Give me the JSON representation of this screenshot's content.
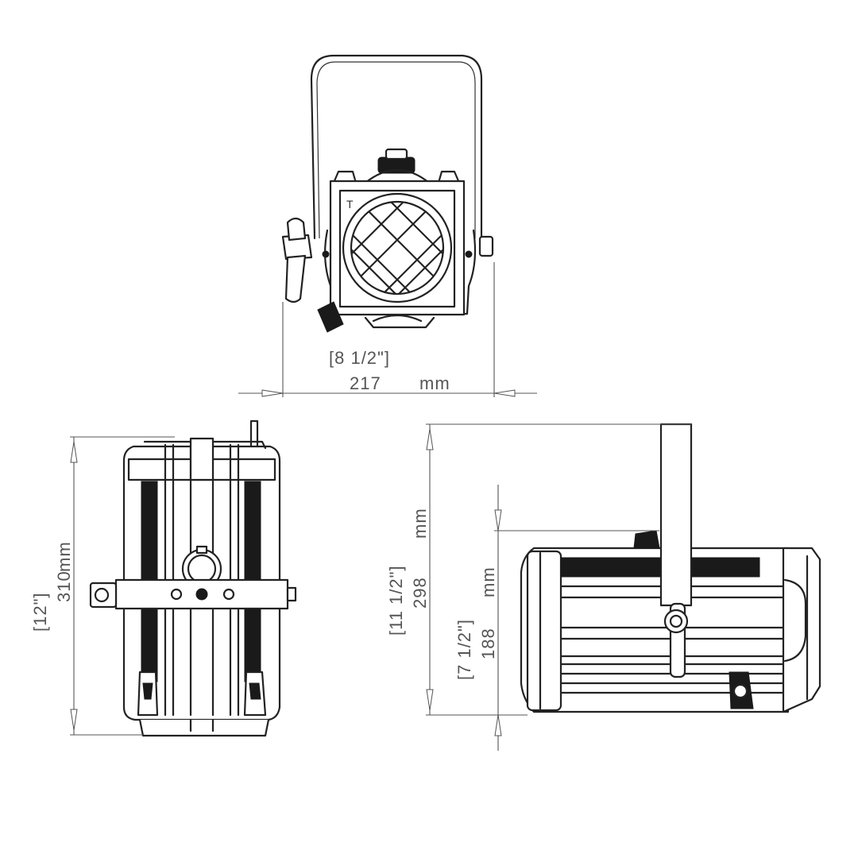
{
  "front_view": {
    "width_in": "[8 1/2\"]",
    "width_mm": "217",
    "unit": "mm"
  },
  "back_view": {
    "height_in": "[12\"]",
    "height_mm": "310",
    "unit": "mm"
  },
  "side_view": {
    "overall_height_in": "[11 1/2\"]",
    "overall_height_mm": "298",
    "overall_unit": "mm",
    "body_height_in": "[7 1/2\"]",
    "body_height_mm": "188",
    "body_unit": "mm"
  }
}
